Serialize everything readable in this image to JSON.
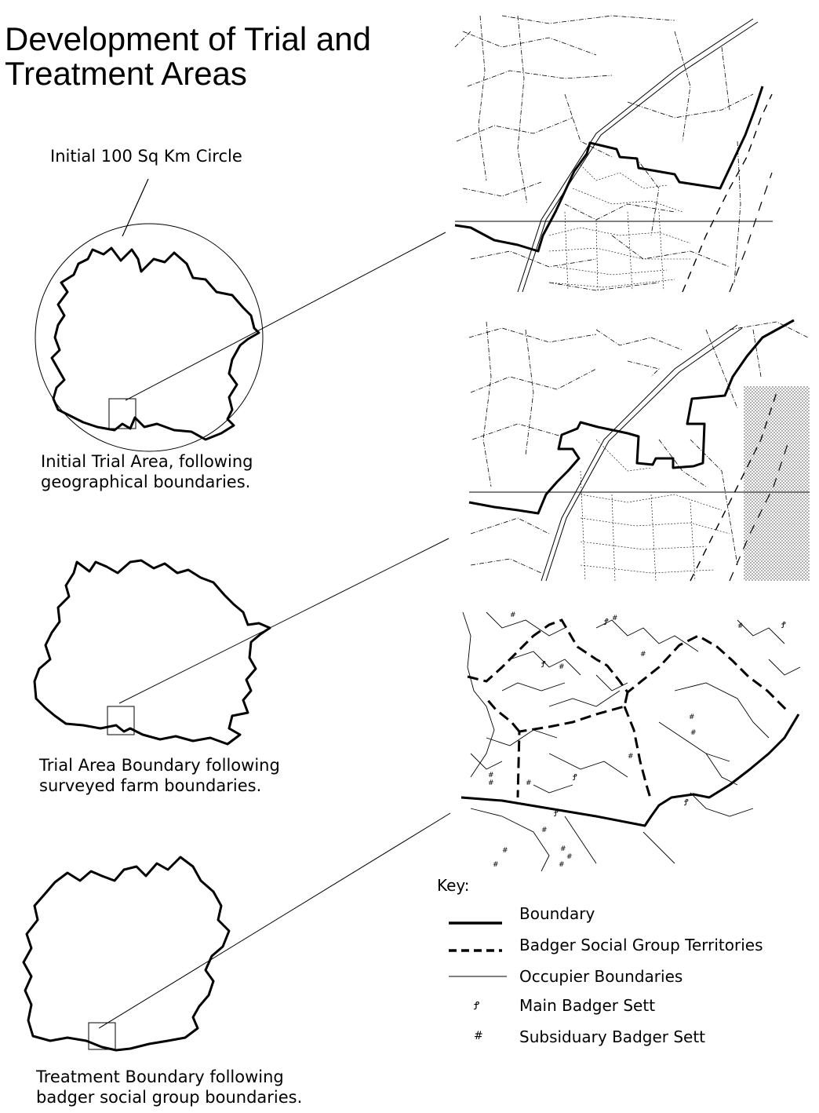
{
  "title_line1": "Development of Trial and",
  "title_line2": "Treatment Areas",
  "panels": {
    "circle_caption": "Initial 100 Sq Km Circle",
    "initial_trial_caption_line1": "Initial Trial Area, following",
    "initial_trial_caption_line2": "geographical boundaries.",
    "trial_boundary_caption_line1": "Trial Area Boundary following",
    "trial_boundary_caption_line2": "surveyed farm boundaries.",
    "treatment_caption_line1": "Treatment Boundary following",
    "treatment_caption_line2": "badger social group boundaries."
  },
  "key": {
    "title": "Key:",
    "items": [
      {
        "label": "Boundary",
        "symbol": "thick-solid-line"
      },
      {
        "label": "Badger Social Group Territories",
        "symbol": "thick-dashed-line"
      },
      {
        "label": "Occupier Boundaries",
        "symbol": "thin-line"
      },
      {
        "label": "Main Badger Sett",
        "symbol": "main-sett-glyph"
      },
      {
        "label": "Subsiduary Badger Sett",
        "symbol": "hash-glyph"
      }
    ],
    "main_sett_glyph": "Ꝭ",
    "subsidiary_glyph": "#"
  },
  "colors": {
    "ink": "#000000",
    "background": "#ffffff",
    "stipple": "#9a9a9a"
  }
}
